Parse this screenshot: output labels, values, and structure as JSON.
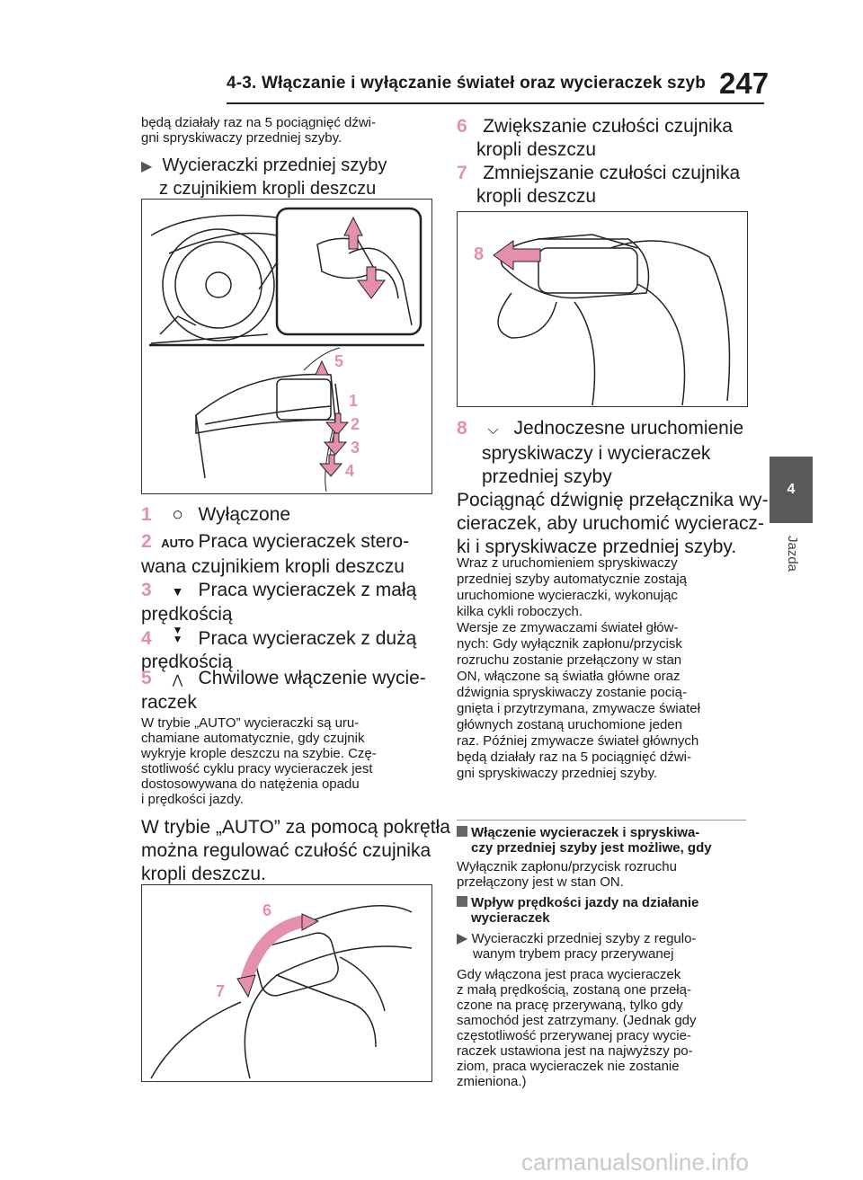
{
  "header": {
    "section_title": "4-3. Włączanie i wyłączanie świateł oraz wycieraczek szyb",
    "page_number": "247"
  },
  "side_tab": {
    "number": "4",
    "label": "Jazda"
  },
  "left": {
    "intro": [
      "będą działały raz na 5 pociągnięć dźwi-",
      "gni spryskiwaczy przedniej szyby."
    ],
    "heading": [
      "Wycieraczki przedniej szyby",
      "z czujnikiem kropli deszczu"
    ],
    "fig1_labels": [
      "5",
      "1",
      "2",
      "3",
      "4"
    ],
    "items": [
      {
        "num": "1",
        "lines": [
          "Wyłączone"
        ]
      },
      {
        "num": "2",
        "icon": "AUTO",
        "lines": [
          "Praca wycieraczek stero-",
          "wana czujnikiem kropli deszczu"
        ]
      },
      {
        "num": "3",
        "lines": [
          "Praca wycieraczek z małą",
          "prędkością"
        ]
      },
      {
        "num": "4",
        "lines": [
          "Praca wycieraczek z dużą",
          "prędkością"
        ]
      },
      {
        "num": "5",
        "lines": [
          "Chwilowe włączenie wycie-",
          "raczek"
        ]
      }
    ],
    "note": [
      "W trybie „AUTO” wycieraczki są uru-",
      "chamiane automatycznie, gdy czujnik",
      "wykryje krople deszczu na szybie. Czę-",
      "stotliwość cyklu pracy wycieraczek jest",
      "dostosowywana do natężenia opadu",
      "i prędkości jazdy."
    ],
    "para": [
      "W trybie „AUTO” za pomocą pokrętła",
      "można regulować czułość czujnika",
      "kropli deszczu."
    ],
    "fig3_labels": [
      "6",
      "7"
    ]
  },
  "right": {
    "items": [
      {
        "num": "6",
        "lines": [
          "Zwiększanie czułości czujnika",
          "kropli deszczu"
        ]
      },
      {
        "num": "7",
        "lines": [
          "Zmniejszanie czułości czujnika",
          "kropli deszczu"
        ]
      }
    ],
    "fig2_label": "8",
    "item8": {
      "num": "8",
      "lines": [
        "Jednoczesne uruchomienie",
        "spryskiwaczy i wycieraczek",
        "przedniej szyby"
      ]
    },
    "para": [
      "Pociągnąć dźwignię przełącznika wy-",
      "cieraczek, aby uruchomić wycieracz-",
      "ki i spryskiwacze przedniej szyby."
    ],
    "note": [
      "Wraz z uruchomieniem spryskiwaczy",
      "przedniej szyby automatycznie zostają",
      "uruchomione wycieraczki, wykonując",
      "kilka cykli roboczych.",
      "Wersje ze zmywaczami świateł głów-",
      "nych: Gdy wyłącznik zapłonu/przycisk",
      "rozruchu zostanie przełączony w stan",
      "ON, włączone są światła główne oraz",
      "dźwignia spryskiwaczy zostanie pocią-",
      "gnięta i przytrzymana, zmywacze świateł",
      "głównych zostaną uruchomione jeden",
      "raz. Później zmywacze świateł głównych",
      "będą działały raz na 5 pociągnięć dźwi-",
      "gni spryskiwaczy przedniej szyby."
    ],
    "cond1_title": [
      "Włączenie wycieraczek i spryskiwa-",
      "czy przedniej szyby jest możliwe, gdy"
    ],
    "cond1_text": [
      "Wyłącznik zapłonu/przycisk rozruchu",
      "przełączony jest w stan ON."
    ],
    "cond2_title": [
      "Wpływ prędkości jazdy na działanie",
      "wycieraczek"
    ],
    "cond2_sub": [
      "Wycieraczki przedniej szyby z regulo-",
      "wanym trybem pracy przerywanej"
    ],
    "cond2_text": [
      "Gdy włączona jest praca wycieraczek",
      "z małą prędkością, zostaną one przełą-",
      "czone na pracę przerywaną, tylko gdy",
      "samochód jest zatrzymany. (Jednak gdy",
      "częstotliwość przerywanej pracy wycie-",
      "raczek ustawiona jest na najwyższy po-",
      "ziom, praca wycieraczek nie zostanie",
      "zmieniona.)"
    ]
  },
  "watermark": "carmanualsonline.info"
}
